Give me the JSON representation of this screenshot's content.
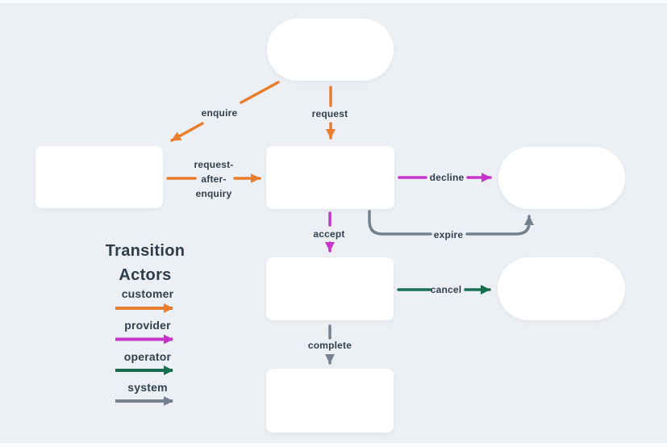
{
  "page": {
    "background_color": "#ecf0f4",
    "node_fill_color": "#ffffff",
    "text_color": "#31404f"
  },
  "colors": {
    "customer": "#e87d2e",
    "provider": "#c535cb",
    "operator": "#176e4f",
    "system": "#75818e"
  },
  "legend": {
    "title_lines": [
      "Transition",
      "Actors"
    ],
    "items": [
      {
        "label": "customer",
        "color": "#e87d2e"
      },
      {
        "label": "provider",
        "color": "#c535cb"
      },
      {
        "label": "operator",
        "color": "#176e4f"
      },
      {
        "label": "system",
        "color": "#75818e"
      }
    ]
  },
  "transitions": {
    "enquire": {
      "label": "enquire",
      "actor": "customer"
    },
    "request": {
      "label": "request",
      "actor": "customer"
    },
    "request_after_enquiry": {
      "label_lines": [
        "request-",
        "after-",
        "enquiry"
      ],
      "actor": "customer"
    },
    "decline": {
      "label": "decline",
      "actor": "provider"
    },
    "accept": {
      "label": "accept",
      "actor": "provider"
    },
    "expire": {
      "label": "expire",
      "actor": "system"
    },
    "cancel": {
      "label": "cancel",
      "actor": "operator"
    },
    "complete": {
      "label": "complete",
      "actor": "system"
    }
  }
}
